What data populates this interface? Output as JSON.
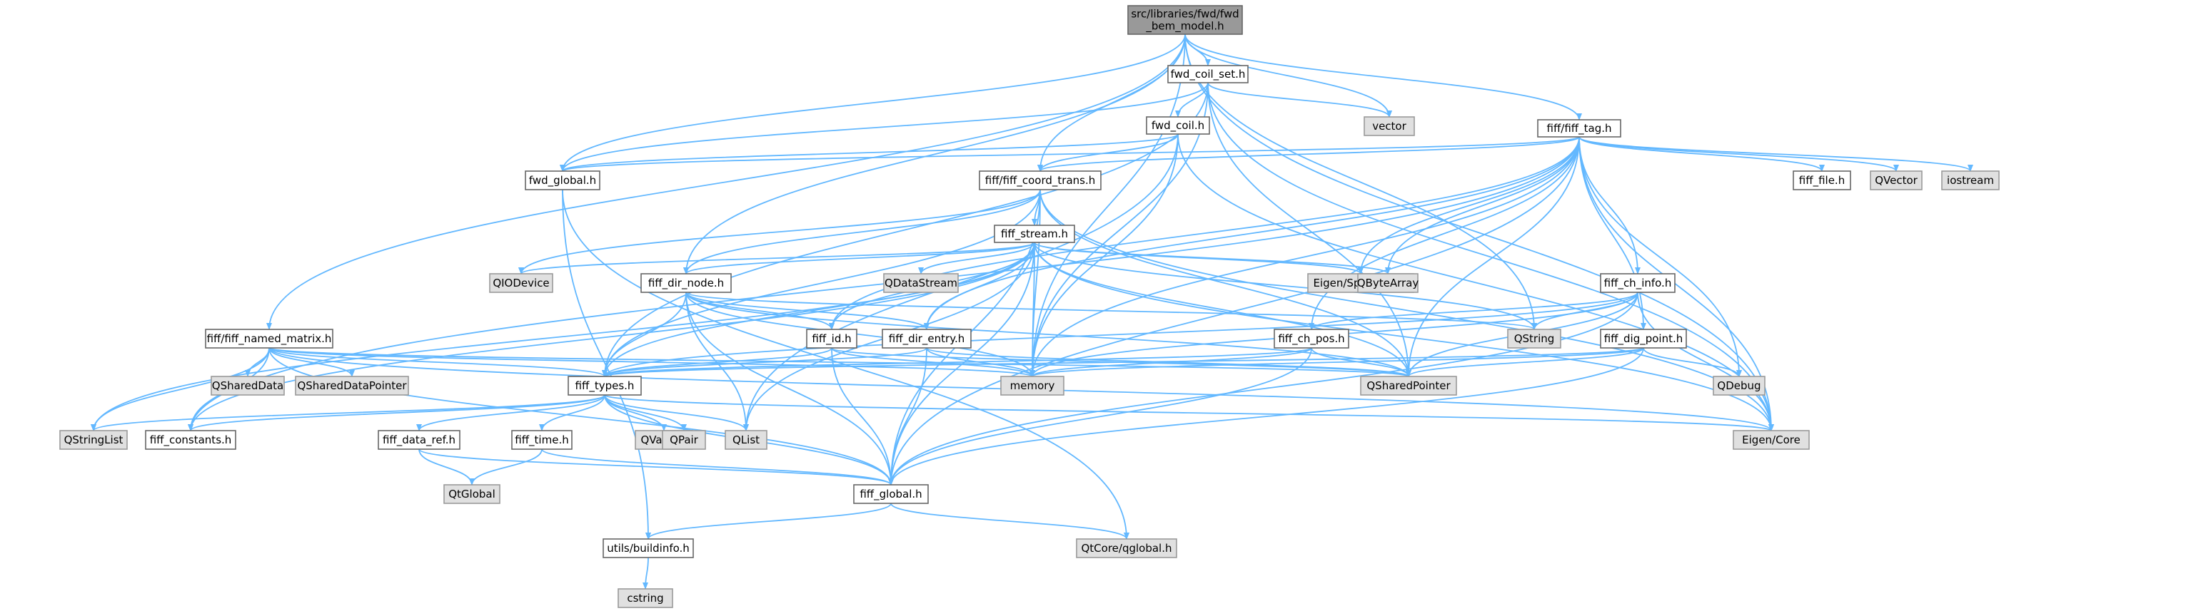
{
  "colors": {
    "edge": "#63b8ff",
    "node_border": "#666666",
    "node_fill": "#ffffff",
    "external_fill": "#e0e0e0",
    "external_border": "#999999",
    "root_fill": "#999999",
    "root_border": "#666666"
  },
  "diagram": {
    "nodes": [
      {
        "id": "root",
        "lines": [
          "src/libraries/fwd/fwd",
          "_bem_model.h"
        ],
        "kind": "root"
      },
      {
        "id": "fwd_coil_set",
        "lines": [
          "fwd_coil_set.h"
        ],
        "kind": "file"
      },
      {
        "id": "vector",
        "lines": [
          "vector"
        ],
        "kind": "external"
      },
      {
        "id": "fwd_coil",
        "lines": [
          "fwd_coil.h"
        ],
        "kind": "file"
      },
      {
        "id": "fiff_tag",
        "lines": [
          "fiff/fiff_tag.h"
        ],
        "kind": "file"
      },
      {
        "id": "fwd_global",
        "lines": [
          "fwd_global.h"
        ],
        "kind": "file"
      },
      {
        "id": "fiff_coord_trans",
        "lines": [
          "fiff/fiff_coord_trans.h"
        ],
        "kind": "file"
      },
      {
        "id": "fiff_file",
        "lines": [
          "fiff_file.h"
        ],
        "kind": "file"
      },
      {
        "id": "qvector",
        "lines": [
          "QVector"
        ],
        "kind": "external"
      },
      {
        "id": "iostream",
        "lines": [
          "iostream"
        ],
        "kind": "external"
      },
      {
        "id": "fiff_stream",
        "lines": [
          "fiff_stream.h"
        ],
        "kind": "file"
      },
      {
        "id": "qiodevice",
        "lines": [
          "QIODevice"
        ],
        "kind": "external"
      },
      {
        "id": "qdatastream",
        "lines": [
          "QDataStream"
        ],
        "kind": "external"
      },
      {
        "id": "eigen_sparse",
        "lines": [
          "Eigen/SparseCore"
        ],
        "kind": "external"
      },
      {
        "id": "qbytearray",
        "lines": [
          "QByteArray"
        ],
        "kind": "external"
      },
      {
        "id": "fiff_dir_node",
        "lines": [
          "fiff_dir_node.h"
        ],
        "kind": "file"
      },
      {
        "id": "fiff_ch_info",
        "lines": [
          "fiff_ch_info.h"
        ],
        "kind": "file"
      },
      {
        "id": "fiff_named_matrix",
        "lines": [
          "fiff/fiff_named_matrix.h"
        ],
        "kind": "file"
      },
      {
        "id": "fiff_id",
        "lines": [
          "fiff_id.h"
        ],
        "kind": "file"
      },
      {
        "id": "fiff_dir_entry",
        "lines": [
          "fiff_dir_entry.h"
        ],
        "kind": "file"
      },
      {
        "id": "fiff_ch_pos",
        "lines": [
          "fiff_ch_pos.h"
        ],
        "kind": "file"
      },
      {
        "id": "qstring",
        "lines": [
          "QString"
        ],
        "kind": "external"
      },
      {
        "id": "fiff_dig_point",
        "lines": [
          "fiff_dig_point.h"
        ],
        "kind": "file"
      },
      {
        "id": "qshareddata",
        "lines": [
          "QSharedData"
        ],
        "kind": "external"
      },
      {
        "id": "qshareddatapointer",
        "lines": [
          "QSharedDataPointer"
        ],
        "kind": "external"
      },
      {
        "id": "fiff_types",
        "lines": [
          "fiff_types.h"
        ],
        "kind": "file"
      },
      {
        "id": "memory",
        "lines": [
          "memory"
        ],
        "kind": "external"
      },
      {
        "id": "qsharedpointer",
        "lines": [
          "QSharedPointer"
        ],
        "kind": "external"
      },
      {
        "id": "qdebug",
        "lines": [
          "QDebug"
        ],
        "kind": "external"
      },
      {
        "id": "qstringlist",
        "lines": [
          "QStringList"
        ],
        "kind": "external"
      },
      {
        "id": "fiff_constants",
        "lines": [
          "fiff_constants.h"
        ],
        "kind": "file"
      },
      {
        "id": "qvariant",
        "lines": [
          "QVariant"
        ],
        "kind": "external"
      },
      {
        "id": "qpair",
        "lines": [
          "QPair"
        ],
        "kind": "external"
      },
      {
        "id": "qlist",
        "lines": [
          "QList"
        ],
        "kind": "external"
      },
      {
        "id": "eigen_core",
        "lines": [
          "Eigen/Core"
        ],
        "kind": "external"
      },
      {
        "id": "fiff_data_ref",
        "lines": [
          "fiff_data_ref.h"
        ],
        "kind": "file"
      },
      {
        "id": "fiff_time",
        "lines": [
          "fiff_time.h"
        ],
        "kind": "file"
      },
      {
        "id": "qtglobal",
        "lines": [
          "QtGlobal"
        ],
        "kind": "external"
      },
      {
        "id": "fiff_global",
        "lines": [
          "fiff_global.h"
        ],
        "kind": "file"
      },
      {
        "id": "buildinfo",
        "lines": [
          "utils/buildinfo.h"
        ],
        "kind": "file"
      },
      {
        "id": "qglobal",
        "lines": [
          "QtCore/qglobal.h"
        ],
        "kind": "external"
      },
      {
        "id": "cstring",
        "lines": [
          "cstring"
        ],
        "kind": "external"
      }
    ],
    "edges": [
      [
        "root",
        "fwd_coil_set"
      ],
      [
        "root",
        "vector"
      ],
      [
        "root",
        "fiff_tag"
      ],
      [
        "root",
        "fwd_global"
      ],
      [
        "root",
        "fiff_coord_trans"
      ],
      [
        "root",
        "fiff_dir_node"
      ],
      [
        "root",
        "fiff_named_matrix"
      ],
      [
        "root",
        "eigen_core"
      ],
      [
        "root",
        "qstring"
      ],
      [
        "root",
        "memory"
      ],
      [
        "fwd_coil_set",
        "fwd_coil"
      ],
      [
        "fwd_coil_set",
        "vector"
      ],
      [
        "fwd_coil_set",
        "fwd_global"
      ],
      [
        "fwd_coil_set",
        "fiff_types"
      ],
      [
        "fwd_coil_set",
        "eigen_core"
      ],
      [
        "fwd_coil_set",
        "qsharedpointer"
      ],
      [
        "fwd_coil_set",
        "memory"
      ],
      [
        "fwd_coil",
        "fwd_global"
      ],
      [
        "fwd_coil",
        "fiff_coord_trans"
      ],
      [
        "fwd_coil",
        "memory"
      ],
      [
        "fwd_coil",
        "qlist"
      ],
      [
        "fwd_coil",
        "eigen_core"
      ],
      [
        "fwd_global",
        "buildinfo"
      ],
      [
        "fwd_global",
        "qglobal"
      ],
      [
        "fiff_tag",
        "fiff_coord_trans"
      ],
      [
        "fiff_tag",
        "fiff_file"
      ],
      [
        "fiff_tag",
        "qvector"
      ],
      [
        "fiff_tag",
        "iostream"
      ],
      [
        "fiff_tag",
        "fwd_global"
      ],
      [
        "fiff_tag",
        "fiff_ch_info"
      ],
      [
        "fiff_tag",
        "fiff_dig_point"
      ],
      [
        "fiff_tag",
        "fiff_ch_pos"
      ],
      [
        "fiff_tag",
        "fiff_id"
      ],
      [
        "fiff_tag",
        "fiff_dir_entry"
      ],
      [
        "fiff_tag",
        "eigen_sparse"
      ],
      [
        "fiff_tag",
        "qbytearray"
      ],
      [
        "fiff_tag",
        "qdebug"
      ],
      [
        "fiff_tag",
        "qsharedpointer"
      ],
      [
        "fiff_tag",
        "eigen_core"
      ],
      [
        "fiff_tag",
        "fiff_global"
      ],
      [
        "fiff_tag",
        "fiff_constants"
      ],
      [
        "fiff_tag",
        "memory"
      ],
      [
        "fiff_coord_trans",
        "fiff_stream"
      ],
      [
        "fiff_coord_trans",
        "fiff_types"
      ],
      [
        "fiff_coord_trans",
        "qiodevice"
      ],
      [
        "fiff_coord_trans",
        "qsharedpointer"
      ],
      [
        "fiff_coord_trans",
        "eigen_core"
      ],
      [
        "fiff_coord_trans",
        "fiff_global"
      ],
      [
        "fiff_coord_trans",
        "fiff_dir_node"
      ],
      [
        "fiff_coord_trans",
        "memory"
      ],
      [
        "fiff_stream",
        "fiff_dir_node"
      ],
      [
        "fiff_stream",
        "fiff_id"
      ],
      [
        "fiff_stream",
        "fiff_dir_entry"
      ],
      [
        "fiff_stream",
        "qiodevice"
      ],
      [
        "fiff_stream",
        "qdatastream"
      ],
      [
        "fiff_stream",
        "eigen_sparse"
      ],
      [
        "fiff_stream",
        "qbytearray"
      ],
      [
        "fiff_stream",
        "qstringlist"
      ],
      [
        "fiff_stream",
        "fiff_types"
      ],
      [
        "fiff_stream",
        "qlist"
      ],
      [
        "fiff_stream",
        "memory"
      ],
      [
        "fiff_stream",
        "qsharedpointer"
      ],
      [
        "fiff_stream",
        "eigen_core"
      ],
      [
        "fiff_stream",
        "fiff_global"
      ],
      [
        "fiff_stream",
        "fiff_constants"
      ],
      [
        "fiff_stream",
        "qstring"
      ],
      [
        "fiff_dir_node",
        "fiff_id"
      ],
      [
        "fiff_dir_node",
        "fiff_dir_entry"
      ],
      [
        "fiff_dir_node",
        "fiff_types"
      ],
      [
        "fiff_dir_node",
        "qlist"
      ],
      [
        "fiff_dir_node",
        "memory"
      ],
      [
        "fiff_dir_node",
        "qsharedpointer"
      ],
      [
        "fiff_dir_node",
        "fiff_global"
      ],
      [
        "fiff_dir_node",
        "qstring"
      ],
      [
        "fiff_ch_info",
        "fiff_ch_pos"
      ],
      [
        "fiff_ch_info",
        "fiff_types"
      ],
      [
        "fiff_ch_info",
        "qsharedpointer"
      ],
      [
        "fiff_ch_info",
        "qstring"
      ],
      [
        "fiff_ch_info",
        "memory"
      ],
      [
        "fiff_ch_info",
        "eigen_core"
      ],
      [
        "fiff_ch_info",
        "fiff_global"
      ],
      [
        "fiff_named_matrix",
        "qshareddata"
      ],
      [
        "fiff_named_matrix",
        "qshareddatapointer"
      ],
      [
        "fiff_named_matrix",
        "fiff_types"
      ],
      [
        "fiff_named_matrix",
        "qstringlist"
      ],
      [
        "fiff_named_matrix",
        "fiff_constants"
      ],
      [
        "fiff_named_matrix",
        "eigen_core"
      ],
      [
        "fiff_named_matrix",
        "memory"
      ],
      [
        "fiff_named_matrix",
        "qsharedpointer"
      ],
      [
        "fiff_named_matrix",
        "fiff_global"
      ],
      [
        "fiff_id",
        "fiff_types"
      ],
      [
        "fiff_id",
        "memory"
      ],
      [
        "fiff_id",
        "qsharedpointer"
      ],
      [
        "fiff_id",
        "fiff_global"
      ],
      [
        "fiff_dir_entry",
        "fiff_types"
      ],
      [
        "fiff_dir_entry",
        "memory"
      ],
      [
        "fiff_dir_entry",
        "qsharedpointer"
      ],
      [
        "fiff_dir_entry",
        "fiff_global"
      ],
      [
        "fiff_ch_pos",
        "fiff_types"
      ],
      [
        "fiff_ch_pos",
        "memory"
      ],
      [
        "fiff_ch_pos",
        "qsharedpointer"
      ],
      [
        "fiff_ch_pos",
        "fiff_global"
      ],
      [
        "fiff_dig_point",
        "fiff_types"
      ],
      [
        "fiff_dig_point",
        "qdebug"
      ],
      [
        "fiff_dig_point",
        "qsharedpointer"
      ],
      [
        "fiff_dig_point",
        "memory"
      ],
      [
        "fiff_dig_point",
        "fiff_global"
      ],
      [
        "fiff_types",
        "fiff_data_ref"
      ],
      [
        "fiff_types",
        "fiff_time"
      ],
      [
        "fiff_types",
        "qvariant"
      ],
      [
        "fiff_types",
        "qpair"
      ],
      [
        "fiff_types",
        "qlist"
      ],
      [
        "fiff_types",
        "eigen_core"
      ],
      [
        "fiff_types",
        "qstringlist"
      ],
      [
        "fiff_types",
        "fiff_constants"
      ],
      [
        "fiff_types",
        "fiff_global"
      ],
      [
        "fiff_data_ref",
        "qtglobal"
      ],
      [
        "fiff_data_ref",
        "fiff_global"
      ],
      [
        "fiff_time",
        "qtglobal"
      ],
      [
        "fiff_time",
        "fiff_global"
      ],
      [
        "fiff_global",
        "buildinfo"
      ],
      [
        "fiff_global",
        "qglobal"
      ],
      [
        "buildinfo",
        "cstring"
      ]
    ]
  }
}
